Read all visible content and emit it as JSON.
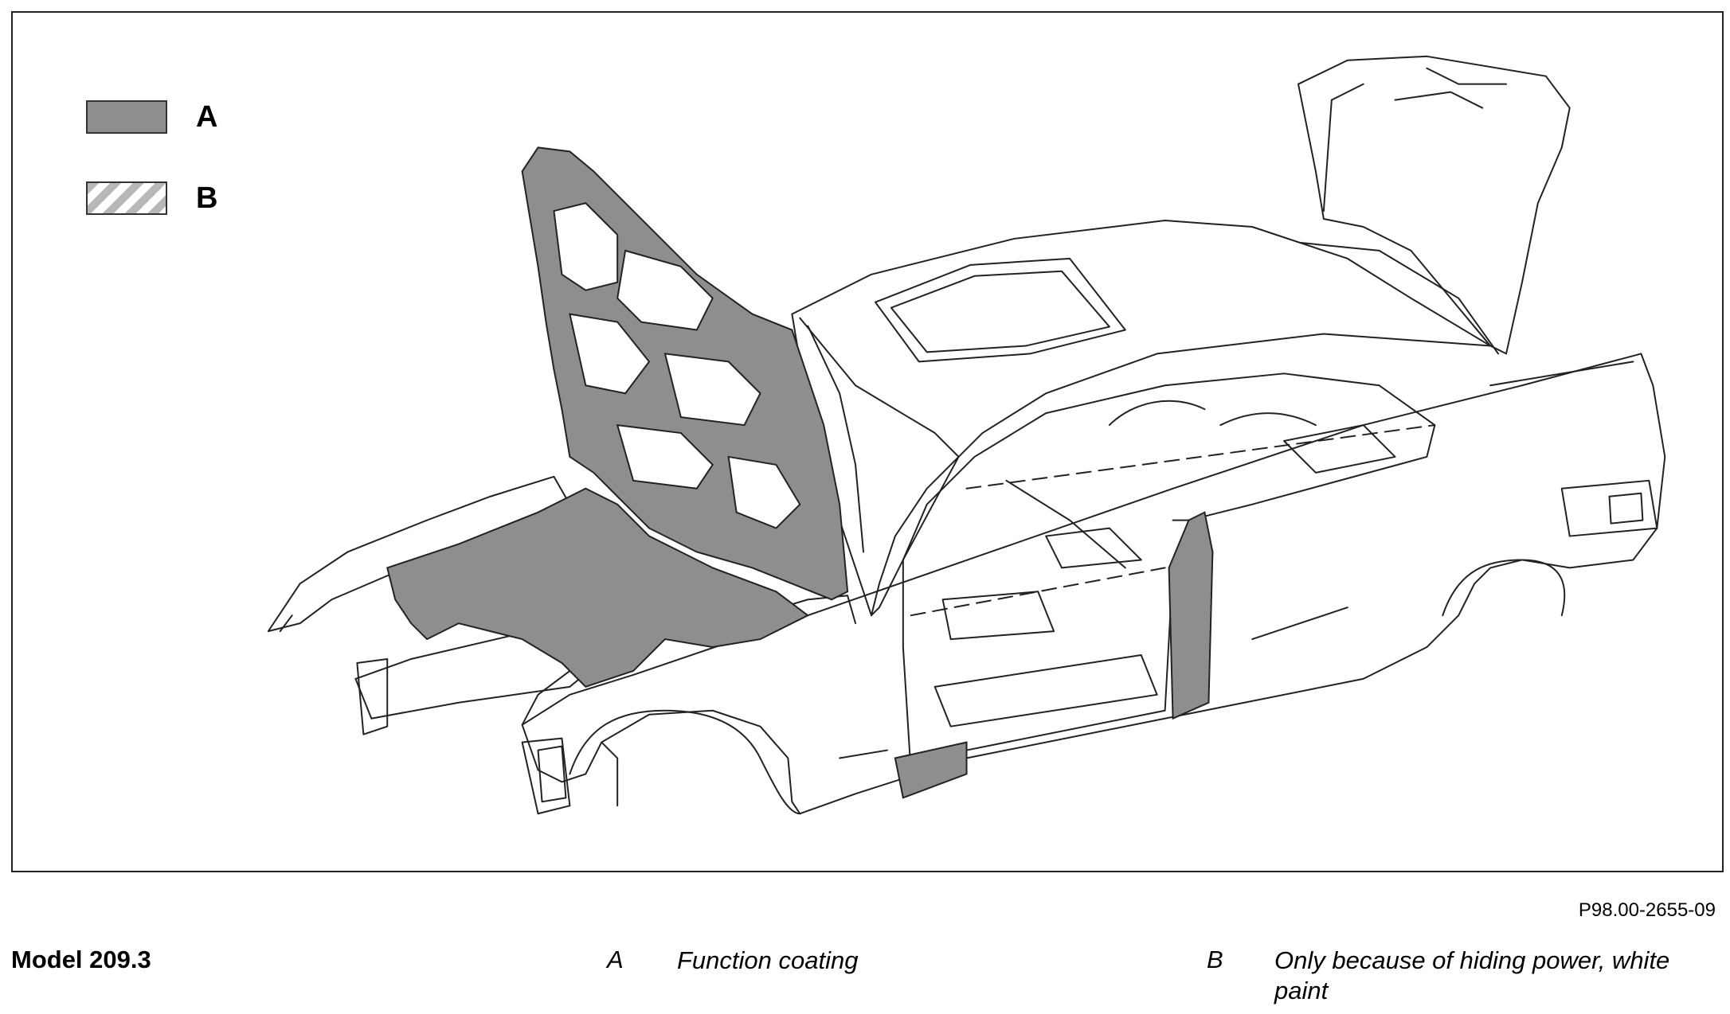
{
  "legend": {
    "items": [
      {
        "letter": "A",
        "fill": "#8e8e8e"
      },
      {
        "letter": "B",
        "fill": "hatched-gray"
      }
    ]
  },
  "figure_id": "P98.00-2655-09",
  "caption": {
    "model": "Model 209.3",
    "keys": [
      {
        "letter": "A",
        "text": "Function coating"
      },
      {
        "letter": "B",
        "text": "Only because of hiding power, white paint"
      }
    ]
  },
  "colors": {
    "coating_a": "#8e8e8e",
    "line": "#222222"
  }
}
